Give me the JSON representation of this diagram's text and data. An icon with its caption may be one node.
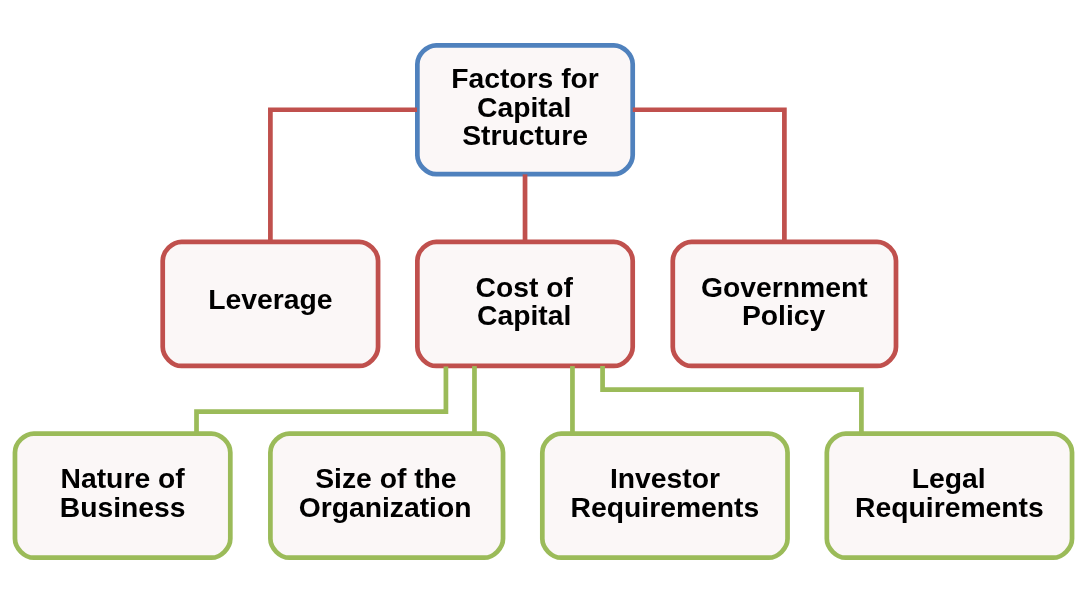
{
  "diagram": {
    "nodes": [
      {
        "text": [
          "Factors for Capital Structure"
        ]
      },
      {
        "text": [
          "Leverage"
        ]
      },
      {
        "text": [
          "Cost of Capital"
        ]
      },
      {
        "text": [
          "Government Policy"
        ]
      },
      {
        "text": [
          "Nature of Business"
        ]
      },
      {
        "text": [
          "Size of the Organization"
        ]
      },
      {
        "text": [
          "Investor Requirements"
        ]
      },
      {
        "text": [
          "Legal Requirements"
        ]
      }
    ],
    "edges": [
      {
        "from": 0,
        "to": 1,
        "arrow": "none",
        "color": "#c0504d"
      },
      {
        "from": 0,
        "to": 2,
        "arrow": "none",
        "color": "#c0504d"
      },
      {
        "from": 0,
        "to": 3,
        "arrow": "none",
        "color": "#c0504d"
      },
      {
        "from": 2,
        "to": 4,
        "arrow": "none"
      },
      {
        "from": 2,
        "to": 5,
        "arrow": "none"
      },
      {
        "from": 2,
        "to": 6,
        "arrow": "none"
      },
      {
        "from": 2,
        "to": 7,
        "arrow": "none"
      }
    ]
  }
}
